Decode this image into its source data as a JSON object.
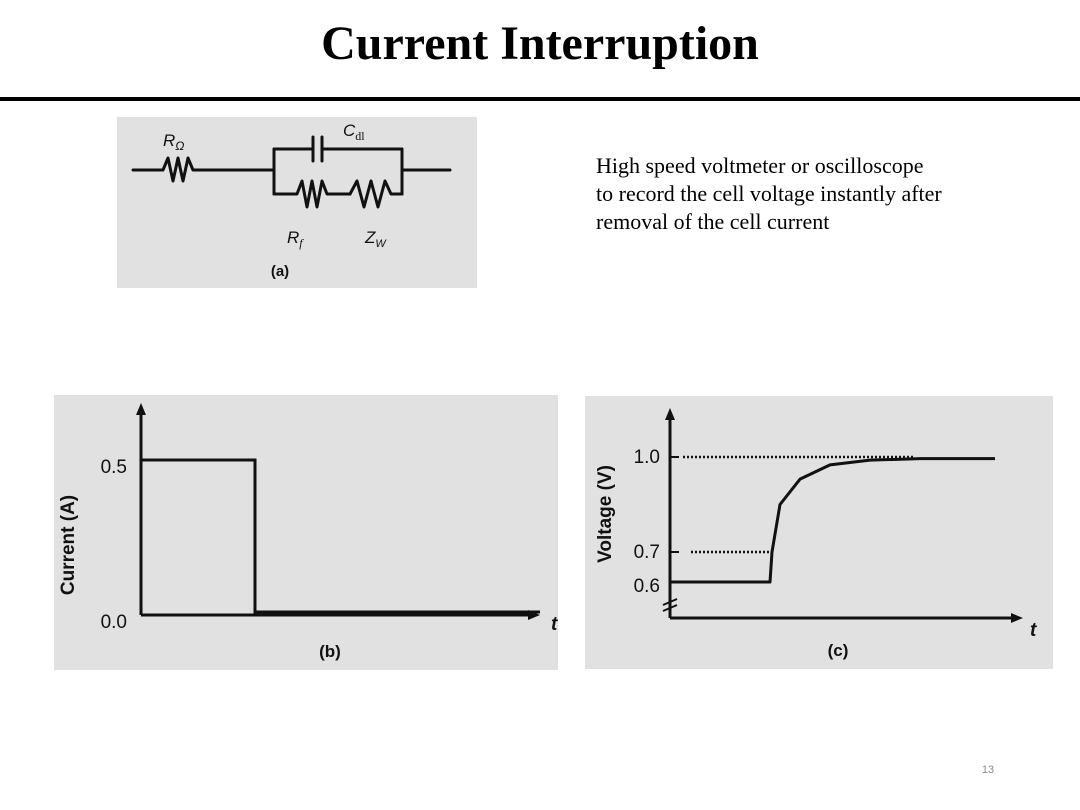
{
  "slide": {
    "title": "Current Interruption",
    "description_lines": [
      "High speed voltmeter or oscilloscope",
      "to record the cell voltage instantly after",
      "removal of the cell current"
    ],
    "page_number": "13"
  },
  "circuit": {
    "caption": "(a)",
    "r_ohm_symbol": "R",
    "r_ohm_sub": "Ω",
    "cdl_symbol": "C",
    "cdl_sub": "dl",
    "rf_symbol": "R",
    "rf_sub": "f",
    "zw_symbol": "Z",
    "zw_sub": "W"
  },
  "chart_data": [
    {
      "type": "line",
      "caption": "(b)",
      "ylabel": "Current (A)",
      "xlabel": "t",
      "y_ticks": [
        "0.5",
        "0.0"
      ],
      "series": [
        {
          "x": [
            0,
            0,
            1,
            1,
            3.5
          ],
          "y": [
            0.0,
            0.5,
            0.5,
            0.0,
            0.0
          ]
        }
      ]
    },
    {
      "type": "line",
      "caption": "(c)",
      "ylabel": "Voltage (V)",
      "xlabel": "t",
      "y_ticks": [
        "1.0",
        "0.7",
        "0.6"
      ],
      "reference_lines": [
        1.0,
        0.7
      ],
      "series": [
        {
          "x": [
            0,
            1,
            1.02,
            1.1,
            1.3,
            1.6,
            2.0,
            2.5,
            3.0
          ],
          "y": [
            0.6,
            0.6,
            0.7,
            0.85,
            0.93,
            0.975,
            0.99,
            0.995,
            0.995
          ]
        }
      ]
    }
  ]
}
